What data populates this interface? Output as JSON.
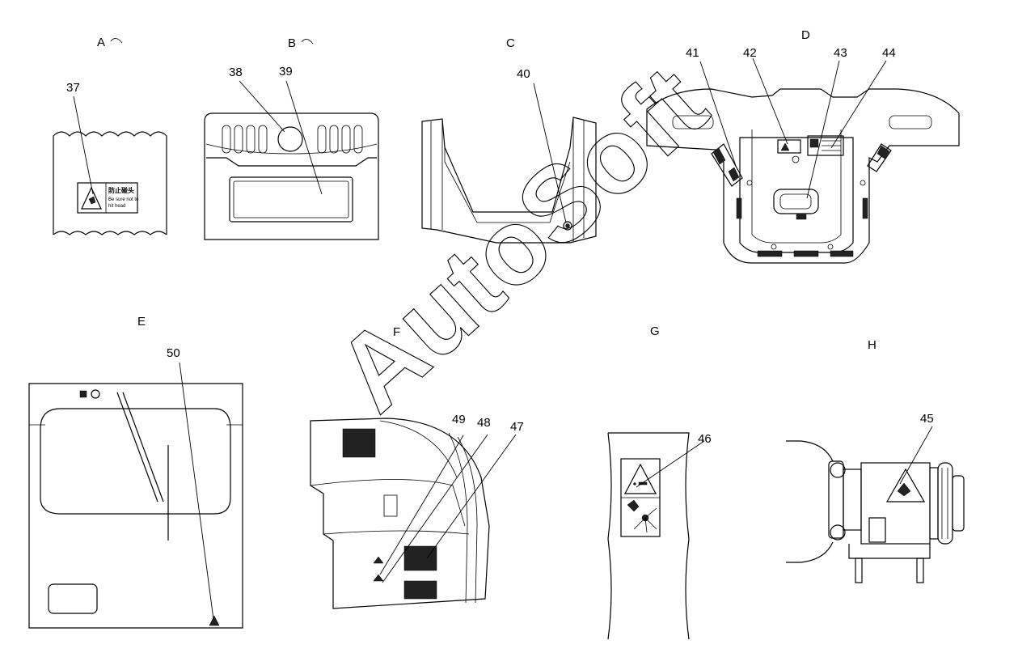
{
  "views": [
    {
      "letter": "A",
      "arrow": "rotate-ccw-arrow-icon"
    },
    {
      "letter": "B",
      "arrow": "rotate-ccw-arrow-icon"
    },
    {
      "letter": "C"
    },
    {
      "letter": "D"
    },
    {
      "letter": "E"
    },
    {
      "letter": "F"
    },
    {
      "letter": "G"
    },
    {
      "letter": "H"
    }
  ],
  "callouts": [
    "37",
    "38",
    "39",
    "40",
    "41",
    "42",
    "43",
    "44",
    "45",
    "46",
    "47",
    "48",
    "49",
    "50"
  ],
  "decal_37": {
    "title": "防止碰头",
    "line1": "Be sure not to",
    "line2": "hit head"
  },
  "watermark": "AutoSoft"
}
